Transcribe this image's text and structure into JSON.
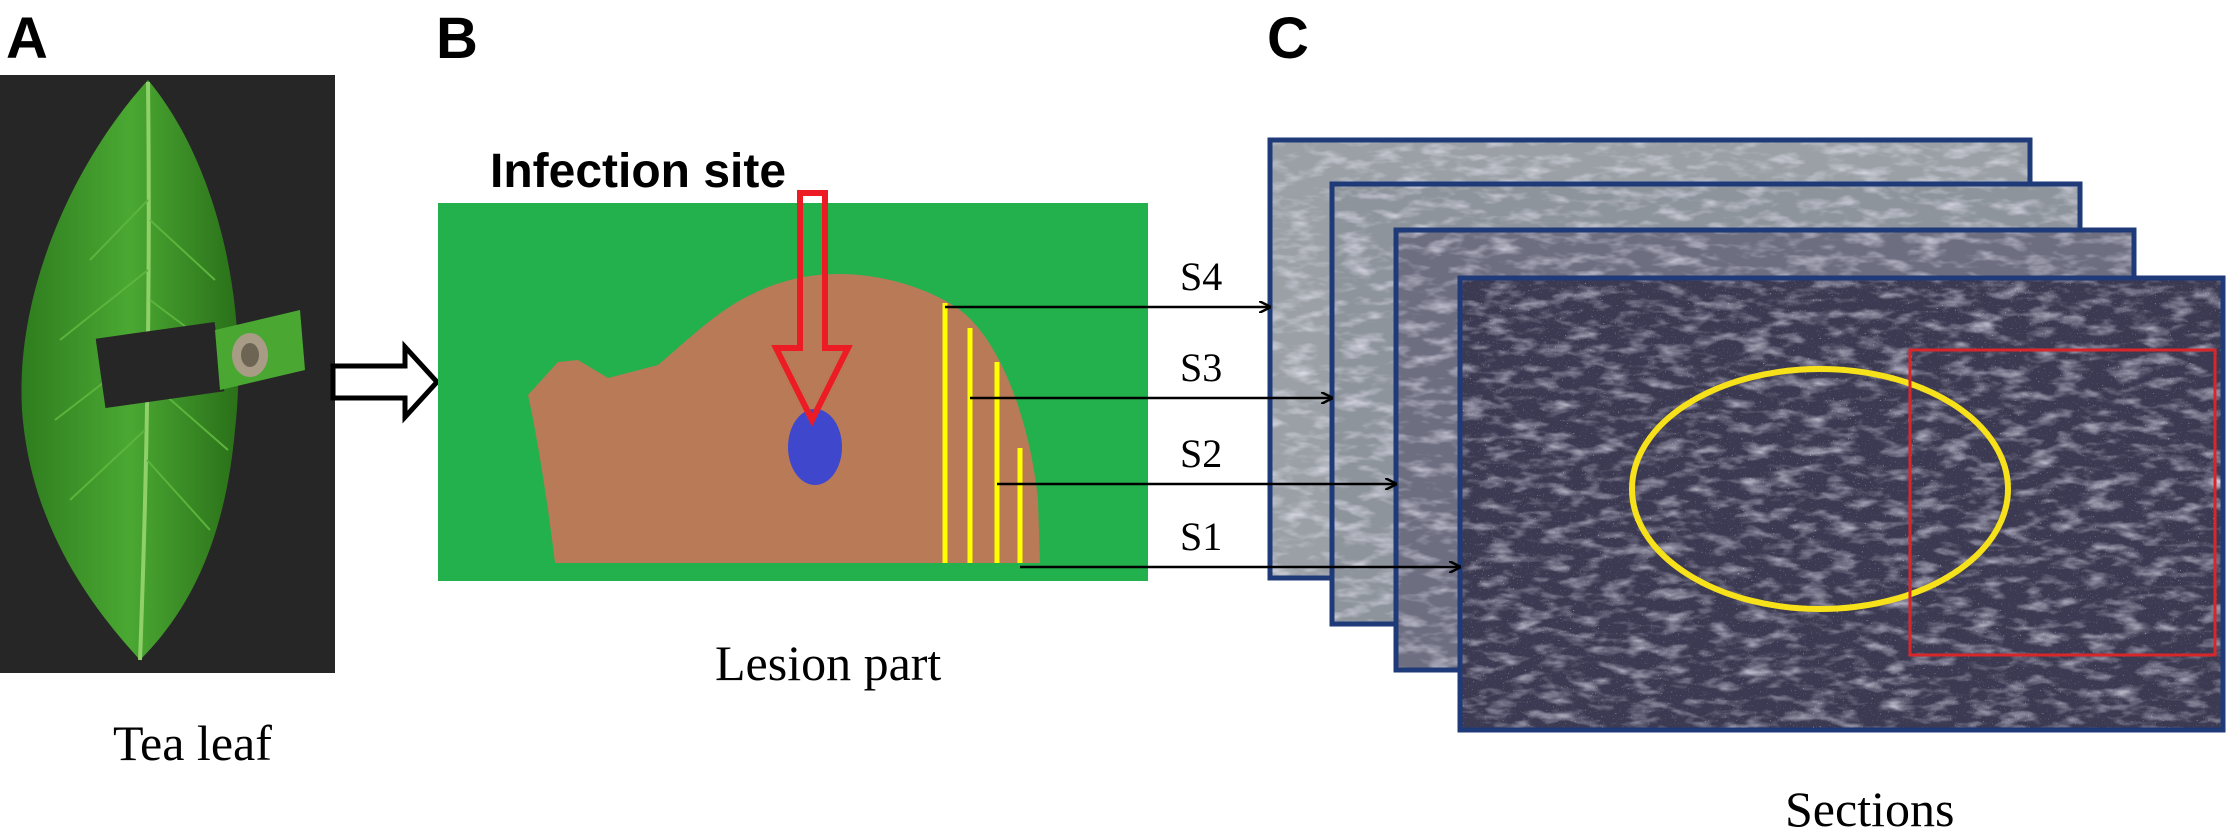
{
  "panels": {
    "a": {
      "letter": "A",
      "caption": "Tea leaf"
    },
    "b": {
      "letter": "B",
      "caption": "Lesion part",
      "infection_label": "Infection site"
    },
    "c": {
      "letter": "C",
      "caption": "Sections"
    }
  },
  "sections": [
    "S4",
    "S3",
    "S2",
    "S1"
  ],
  "colors": {
    "leaf_background": "#2a2a2a",
    "leaf_green": "#3f9a2c",
    "diagram_green": "#22b14c",
    "lesion_brown": "#b97a57",
    "infection_dot": "#3f48cc",
    "infection_arrow": "#ed1c24",
    "section_lines": "#ffff00",
    "frame_border": "#1f3a78",
    "ellipse": "#f7e11a",
    "highlight_box": "#d9262b"
  }
}
